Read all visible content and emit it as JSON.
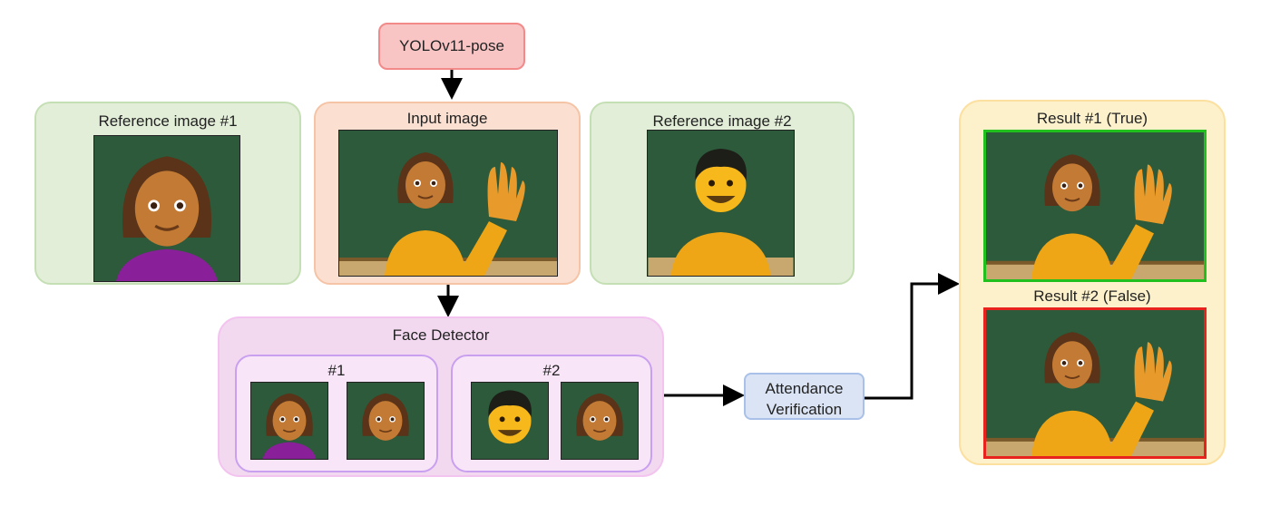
{
  "yolo": {
    "label": "YOLOv11-pose"
  },
  "reference1": {
    "title": "Reference image #1"
  },
  "input": {
    "title": "Input image"
  },
  "reference2": {
    "title": "Reference image #2"
  },
  "face_detector": {
    "title": "Face Detector",
    "groups": [
      {
        "label": "#1"
      },
      {
        "label": "#2"
      }
    ]
  },
  "attendance": {
    "label_line1": "Attendance",
    "label_line2": "Verification"
  },
  "results": {
    "result1": "Result #1 (True)",
    "result2": "Result #2 (False)"
  },
  "colors": {
    "true": "#22c01e",
    "false": "#e8231e",
    "board": "#2c5a3a"
  }
}
